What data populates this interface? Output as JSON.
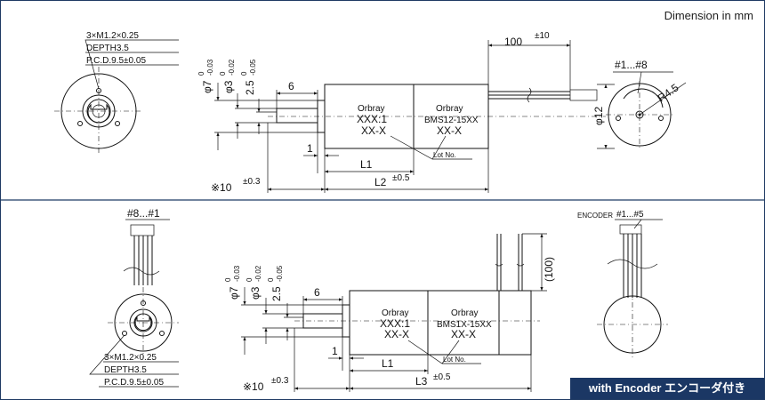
{
  "header": {
    "unit_note": "Dimension in mm"
  },
  "banner": {
    "label": "with Encoder エンコーダ付き"
  },
  "top": {
    "front_notes": {
      "holes": "3×M1.2×0.25",
      "depth": "DEPTH3.5",
      "pcd": "P.C.D.9.5±0.05"
    },
    "dims": {
      "d7": "φ7",
      "d7_tol_upper": "0",
      "d7_tol_lower": "-0.03",
      "d3": "φ3",
      "d3_tol_upper": "0",
      "d3_tol_lower": "-0.02",
      "d25": "2.5",
      "d25_tol_upper": "0",
      "d25_tol_lower": "-0.05",
      "shaft_len": "6",
      "flange": "1",
      "l1": "L1",
      "l2": "L2",
      "l2_tol": "±0.5",
      "ten": "※10",
      "ten_tol": "±0.3",
      "lead_len": "100",
      "lead_tol": "±10",
      "dia12": "φ12"
    },
    "body_labels": {
      "brand_left": "Orbray",
      "ratio": "XXX:1",
      "model_sub_left": "XX-X",
      "brand_right": "Orbray",
      "model": "BMS12-15XX",
      "model_sub_right": "XX-X",
      "lot": "Lot No."
    },
    "rear": {
      "leads": "#1...#8",
      "radius": "R4.5"
    }
  },
  "bottom": {
    "front_notes": {
      "leads": "#8...#1",
      "holes": "3×M1.2×0.25",
      "depth": "DEPTH3.5",
      "pcd": "P.C.D.9.5±0.05"
    },
    "dims": {
      "d7": "φ7",
      "d7_tol_upper": "0",
      "d7_tol_lower": "-0.03",
      "d3": "φ3",
      "d3_tol_upper": "0",
      "d3_tol_lower": "-0.02",
      "d25": "2.5",
      "d25_tol_upper": "0",
      "d25_tol_lower": "-0.05",
      "shaft_len": "6",
      "flange": "1",
      "l1": "L1",
      "l3": "L3",
      "l3_tol": "±0.5",
      "ten": "※10",
      "ten_tol": "±0.3",
      "lead_len": "(100)"
    },
    "body_labels": {
      "brand_left": "Orbray",
      "ratio": "XXX:1",
      "model_sub_left": "XX-X",
      "brand_right": "Orbray",
      "model": "BMS1X-15XX",
      "model_sub_right": "XX-X",
      "lot": "Lot No."
    },
    "encoder": {
      "title": "ENCODER",
      "leads": "#1...#5"
    }
  }
}
